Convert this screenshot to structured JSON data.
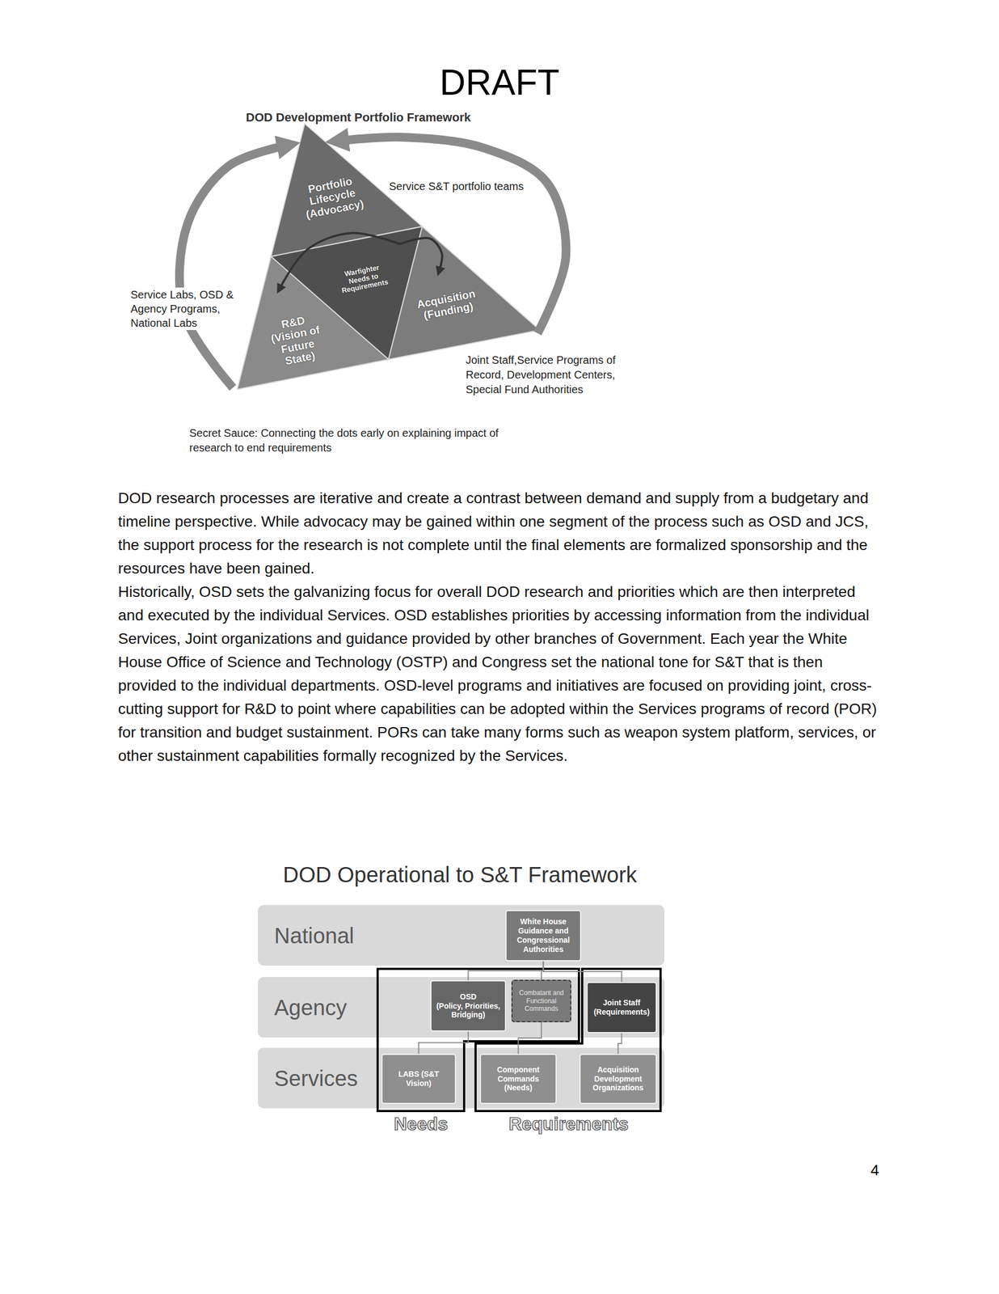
{
  "diagram": {
    "title": "DRAFT",
    "nodes": [
      {
        "text": [
          "Portfolio Lifecycle (Advocacy)"
        ]
      },
      {
        "text": [
          "Warfighter Needs to Requirements"
        ]
      },
      {
        "text": [
          "R&D (Vision of Future State)"
        ]
      },
      {
        "text": [
          "Acquisition (Funding)"
        ]
      },
      {
        "text": [
          "National"
        ]
      },
      {
        "text": [
          "White House Guidance and Congressional Authorities"
        ],
        "in": 4
      },
      {
        "text": [
          "Agency"
        ]
      },
      {
        "text": [
          "OSD",
          "(Policy, Priorities, Bridging)"
        ],
        "in": 6
      },
      {
        "text": [
          "Combatant and Functional Commands"
        ],
        "in": 6
      },
      {
        "text": [
          "Joint Staff (Requirements)"
        ],
        "in": 6
      },
      {
        "text": [
          "Services"
        ]
      },
      {
        "text": [
          "LABS (S&T Vision)"
        ],
        "in": 10
      },
      {
        "text": [
          "Component Commands (Needs)"
        ],
        "in": 10
      },
      {
        "text": [
          "Acquisition Development Organizations"
        ],
        "in": 10
      }
    ],
    "edges": [
      {
        "from": 2,
        "to": 0,
        "arrow": "to"
      },
      {
        "from": 3,
        "to": 0,
        "arrow": "to"
      },
      {
        "from": 1,
        "to": 2,
        "arrow": "to"
      },
      {
        "from": 1,
        "to": 3,
        "arrow": "to"
      },
      {
        "from": 5,
        "to": 7,
        "arrow": "none"
      },
      {
        "from": 5,
        "to": 8,
        "arrow": "none"
      },
      {
        "from": 5,
        "to": 9,
        "arrow": "none"
      },
      {
        "from": 7,
        "to": 11,
        "arrow": "none"
      },
      {
        "from": 8,
        "to": 12,
        "arrow": "none"
      },
      {
        "from": 9,
        "to": 13,
        "arrow": "none"
      }
    ],
    "labels": [
      "DOD Development Portfolio Framework",
      "Service S&T portfolio teams",
      "Service Labs, OSD & Agency Programs, National Labs",
      "Joint Staff,Service Programs of Record, Development Centers, Special Fund Authorities",
      "Secret Sauce: Connecting the dots early on explaining impact of research to end requirements",
      "DOD research processes are iterative and create a contrast between demand and supply from a budgetary and timeline perspective. While advocacy may be gained within one segment of the process such as OSD and JCS, the support process for the research is not complete until the final elements are formalized sponsorship and the resources have been gained.",
      "Historically, OSD sets the galvanizing focus for overall DOD research and priorities which are then interpreted and executed by the individual Services. OSD establishes priorities by accessing information from the individual Services, Joint organizations and guidance provided by other branches of Government. Each year the White House Office of Science and Technology (OSTP) and Congress set the national tone for S&T that is then provided to the individual departments. OSD-level programs and initiatives are focused on providing joint, cross-cutting support for R&D to point where capabilities can be adopted within the Services programs of record (POR) for transition and budget sustainment. PORs can take many forms such as weapon system platform, services, or other sustainment capabilities formally recognized by the Services.",
      "DOD Operational to S&T Framework",
      "Needs",
      "Requirements",
      "4"
    ]
  }
}
